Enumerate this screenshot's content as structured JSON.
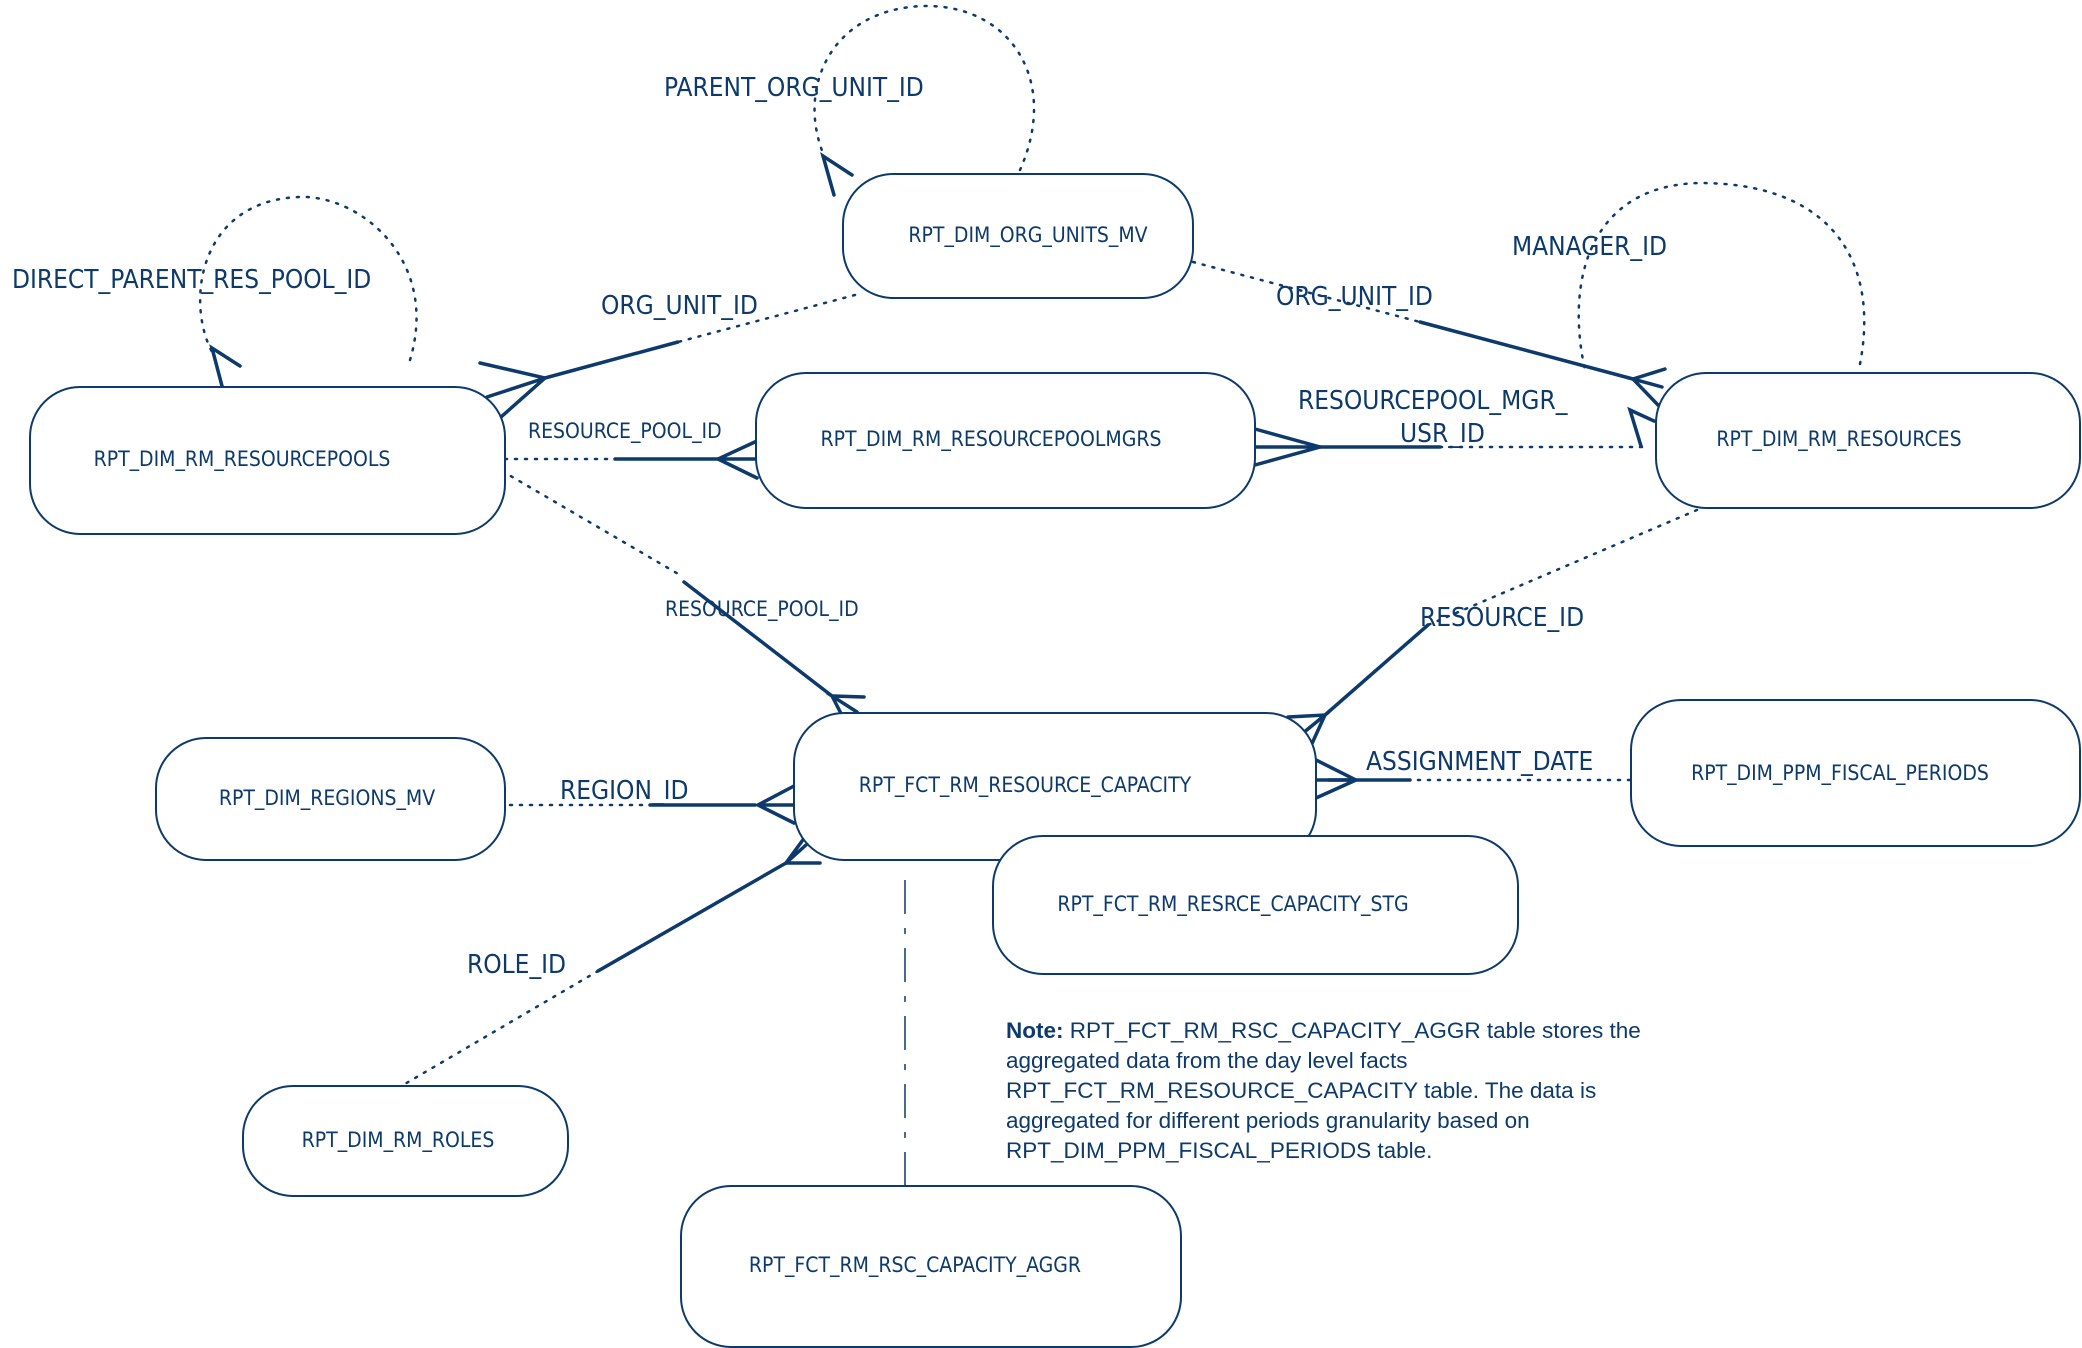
{
  "diagram": {
    "type": "entity-relationship",
    "colors": {
      "stroke": "#0d3a6b",
      "background": "#ffffff"
    },
    "entities": {
      "org_units": "RPT_DIM_ORG_UNITS_MV",
      "resourcepools": "RPT_DIM_RM_RESOURCEPOOLS",
      "resourcepoolmgrs": "RPT_DIM_RM_RESOURCEPOOLMGRS",
      "resources": "RPT_DIM_RM_RESOURCES",
      "regions": "RPT_DIM_REGIONS_MV",
      "resource_capacity": "RPT_FCT_RM_RESOURCE_CAPACITY",
      "capacity_stg": "RPT_FCT_RM_RESRCE_CAPACITY_STG",
      "fiscal_periods": "RPT_DIM_PPM_FISCAL_PERIODS",
      "roles": "RPT_DIM_RM_ROLES",
      "capacity_aggr": "RPT_FCT_RM_RSC_CAPACITY_AGGR"
    },
    "relationships": {
      "parent_org_unit": "PARENT_ORG_UNIT_ID",
      "direct_parent_res_pool": "DIRECT_PARENT_RES_POOL_ID",
      "org_unit_pools": "ORG_UNIT_ID",
      "org_unit_resources": "ORG_UNIT_ID",
      "manager": "MANAGER_ID",
      "resource_pool_mgrs": "RESOURCE_POOL_ID",
      "resourcepool_mgr_usr_line1": "RESOURCEPOOL_MGR_",
      "resourcepool_mgr_usr_line2": "USR_ID",
      "resource_pool_capacity": "RESOURCE_POOL_ID",
      "resource_capacity": "RESOURCE_ID",
      "assignment_date": "ASSIGNMENT_DATE",
      "region": "REGION_ID",
      "role": "ROLE_ID"
    },
    "note": {
      "label": "Note:",
      "text": " RPT_FCT_RM_RSC_CAPACITY_AGGR table stores the aggregated data from the day level facts RPT_FCT_RM_RESOURCE_CAPACITY table. The data is aggregated for different periods granularity based on RPT_DIM_PPM_FISCAL_PERIODS table."
    }
  }
}
